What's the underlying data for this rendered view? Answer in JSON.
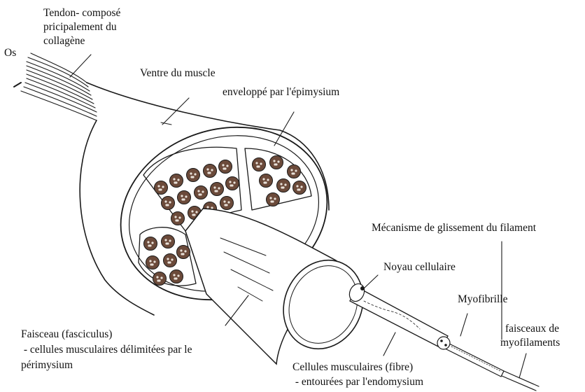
{
  "labels": {
    "bone": "Os",
    "tendon": [
      "Tendon- composé",
      "pricipalement du",
      "collagène"
    ],
    "belly": "Ventre du muscle",
    "epimysium": "enveloppé par l'épimysium",
    "sliding": "Mécanisme de glissement du filament",
    "nucleus": "Noyau cellulaire",
    "myofibril": "Myofibrille",
    "myofilaments": [
      "faisceaux de",
      "myofilaments"
    ],
    "fascicle": [
      "Faisceau (fasciculus)",
      " - cellules musculaires délimitées par le",
      "périmysium"
    ],
    "fiber": [
      "Cellules musculaires (fibre)",
      " - entourées par l'endomysium"
    ]
  },
  "colors": {
    "ink": "#1a1a1a",
    "fiber_fill": "#6b4a3a",
    "fiber_spot": "#e8e0d8",
    "background": "#ffffff"
  }
}
